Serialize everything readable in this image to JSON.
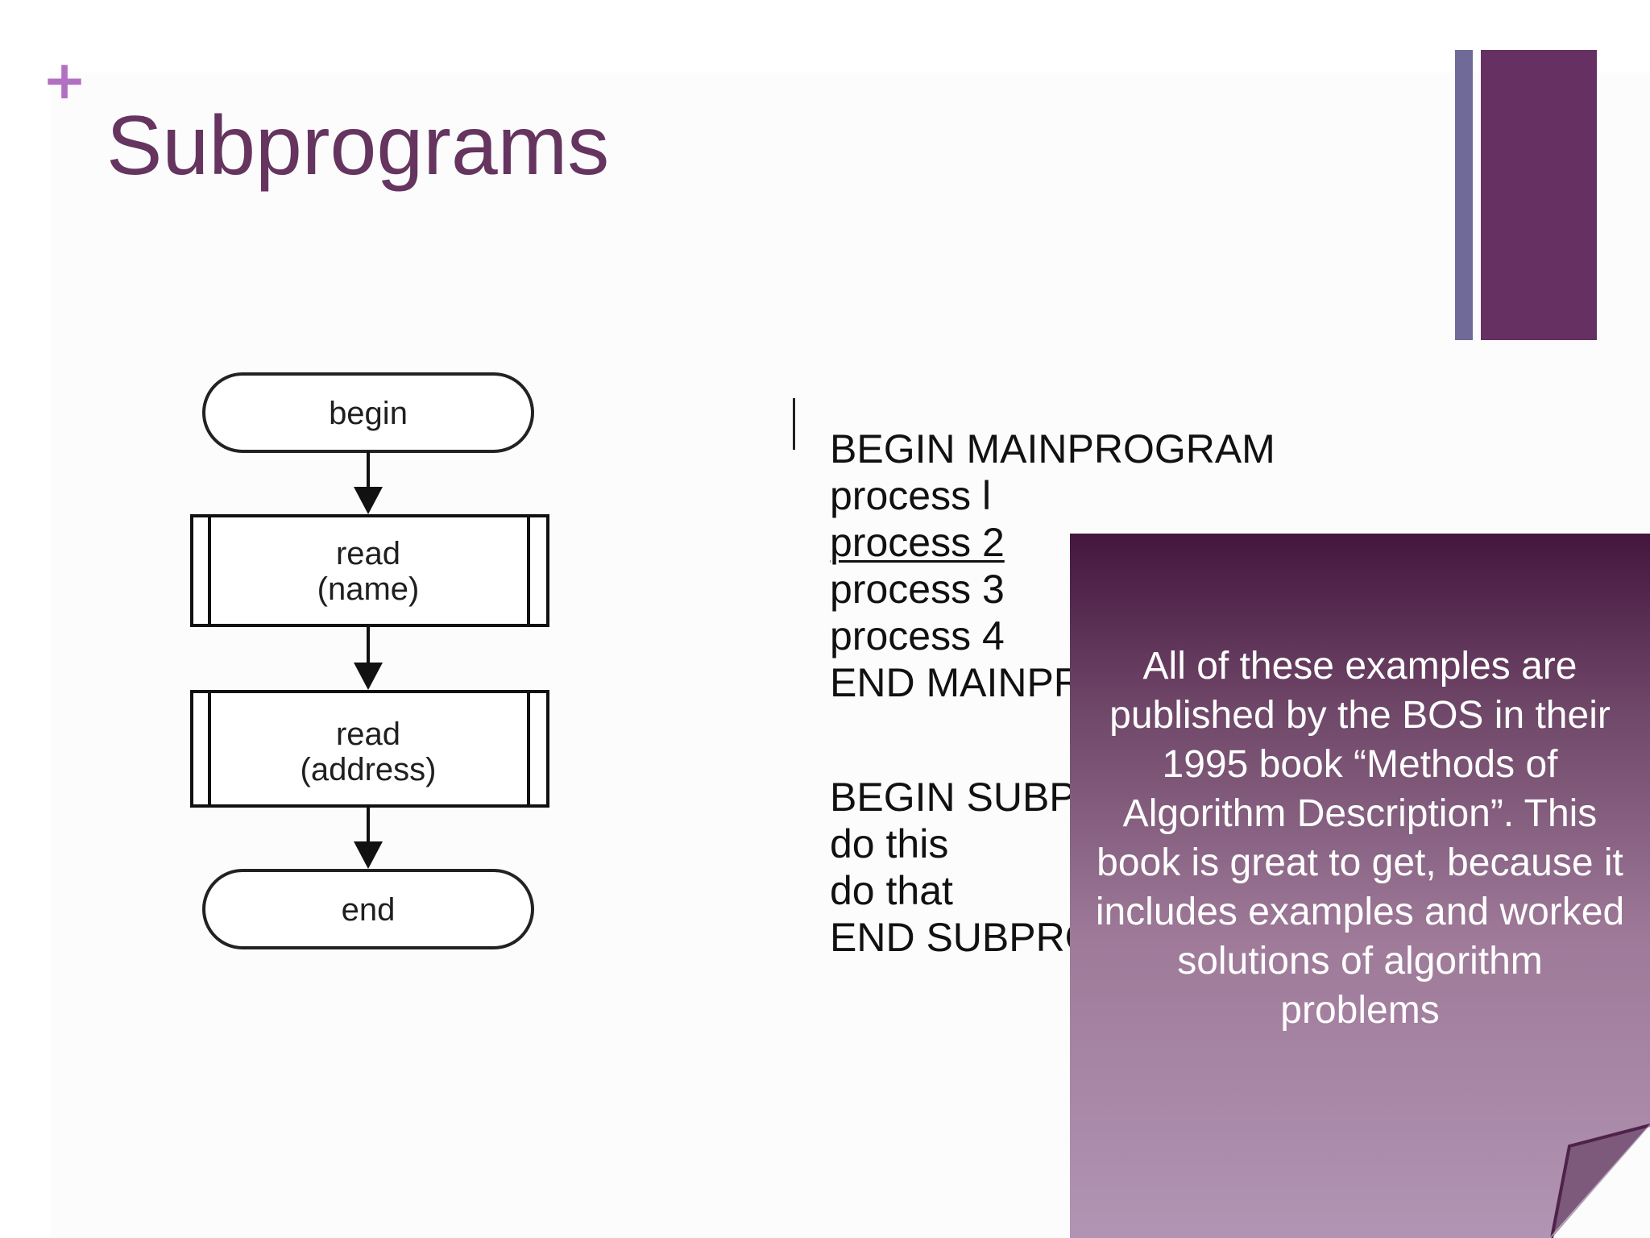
{
  "slide": {
    "title": "Subprograms"
  },
  "flowchart": {
    "begin_label": "begin",
    "read_name_line1": "read",
    "read_name_line2": "(name)",
    "read_address_line1": "read",
    "read_address_line2": "(address)",
    "end_label": "end"
  },
  "code": {
    "lines": [
      "BEGIN MAINPROGRAM",
      "process l",
      "process 2",
      "process 3",
      "process 4",
      "END MAINPR",
      "BEGIN SUBP",
      "do this",
      "do that",
      "END SUBPRO"
    ]
  },
  "callout": {
    "text": "All of these examples are published by the BOS in their 1995 book “Methods of Algorithm Description”. This book is great to get, because it includes examples and worked solutions of algorithm problems"
  },
  "colors": {
    "title": "#65345f",
    "plus": "#b270c3",
    "accent_dark": "#673062",
    "accent_slate": "#6f6a98"
  }
}
